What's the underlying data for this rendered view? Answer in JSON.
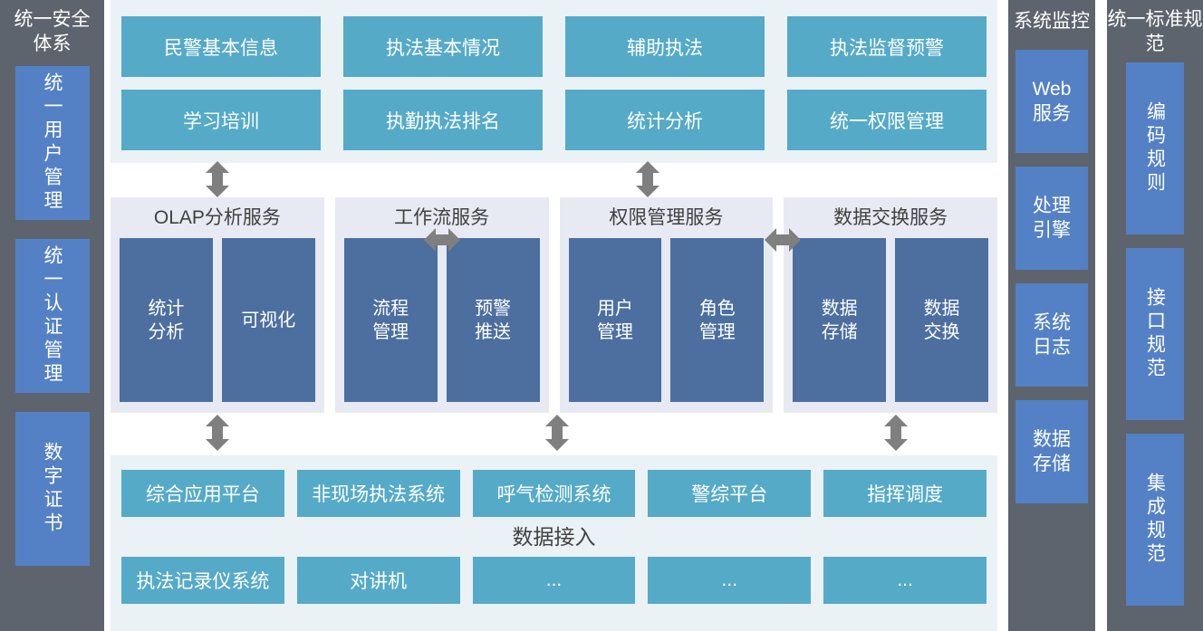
{
  "left_column": {
    "title": "统一安全体系",
    "items": [
      {
        "label": "统一用户管理"
      },
      {
        "label": "统一认证管理"
      },
      {
        "label": "数字证书"
      }
    ]
  },
  "monitor_column": {
    "title": "系统监控",
    "items": [
      {
        "label": "Web\n服务"
      },
      {
        "label": "处理\n引擎"
      },
      {
        "label": "系统\n日志"
      },
      {
        "label": "数据\n存储"
      }
    ]
  },
  "standard_column": {
    "title": "统一标准规范",
    "items": [
      {
        "label": "编码规则"
      },
      {
        "label": "接口规范"
      },
      {
        "label": "集成规范"
      }
    ]
  },
  "application_panel": {
    "row1": [
      {
        "label": "民警基本信息"
      },
      {
        "label": "执法基本情况"
      },
      {
        "label": "辅助执法"
      },
      {
        "label": "执法监督预警"
      }
    ],
    "row2": [
      {
        "label": "学习培训"
      },
      {
        "label": "执勤执法排名"
      },
      {
        "label": "统计分析"
      },
      {
        "label": "统一权限管理"
      }
    ]
  },
  "service_band": {
    "panels": [
      {
        "title": "OLAP分析服务",
        "children": [
          {
            "label": "统计\n分析"
          },
          {
            "label": "可视化"
          }
        ]
      },
      {
        "title": "工作流服务",
        "children": [
          {
            "label": "流程\n管理"
          },
          {
            "label": "预警\n推送"
          }
        ]
      },
      {
        "title": "权限管理服务",
        "children": [
          {
            "label": "用户\n管理"
          },
          {
            "label": "角色\n管理"
          }
        ]
      },
      {
        "title": "数据交换服务",
        "children": [
          {
            "label": "数据\n存储"
          },
          {
            "label": "数据\n交换"
          }
        ]
      }
    ]
  },
  "data_panel": {
    "caption": "数据接入",
    "row1": [
      {
        "label": "综合应用平台"
      },
      {
        "label": "非现场执法系统"
      },
      {
        "label": "呼气检测系统"
      },
      {
        "label": "警综平台"
      },
      {
        "label": "指挥调度"
      }
    ],
    "row2": [
      {
        "label": "执法记录仪系统"
      },
      {
        "label": "对讲机"
      },
      {
        "label": "..."
      },
      {
        "label": "..."
      },
      {
        "label": "..."
      }
    ]
  },
  "colors": {
    "sidebar_bg": "#5e646d",
    "sidebar_box": "#5481c5",
    "teal_box": "#55aac8",
    "navy_box": "#4c6fa0",
    "app_panel_bg": "#eaf2f5",
    "service_panel_bg": "#e7eaf3",
    "arrow": "#7f7f7f"
  },
  "arrows": {
    "vertical_up_down_icon": "double-arrow-vertical",
    "horizontal_icon": "double-arrow-horizontal",
    "down_icon": "arrow-down",
    "up_icon": "arrow-up"
  }
}
